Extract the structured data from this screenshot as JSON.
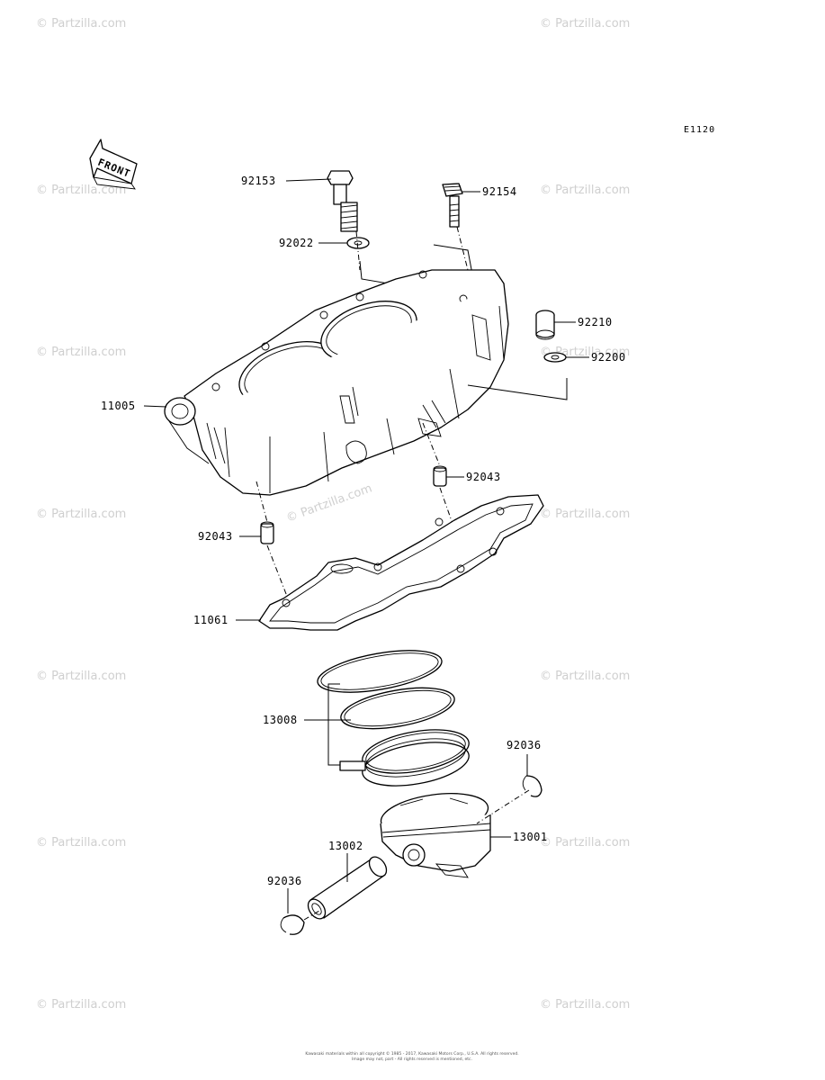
{
  "diagram_code": "E1120",
  "front_label": "FRONT",
  "watermark": "© Partzilla.com",
  "callouts": {
    "p92153": "92153",
    "p92154": "92154",
    "p92022": "92022",
    "p92210": "92210",
    "p92200": "92200",
    "p11005": "11005",
    "p92043a": "92043",
    "p92043b": "92043",
    "p11061": "11061",
    "p13008": "13008",
    "p92036a": "92036",
    "p13001": "13001",
    "p13002": "13002",
    "p92036b": "92036"
  },
  "copyright": {
    "line1": "Kawasaki materials within all copyright © 1985 - 2017, Kawasaki Motors Corp., U.S.A. All rights reserved.",
    "line2": "Image may not, part - All rights reserved is mentioned, etc."
  }
}
